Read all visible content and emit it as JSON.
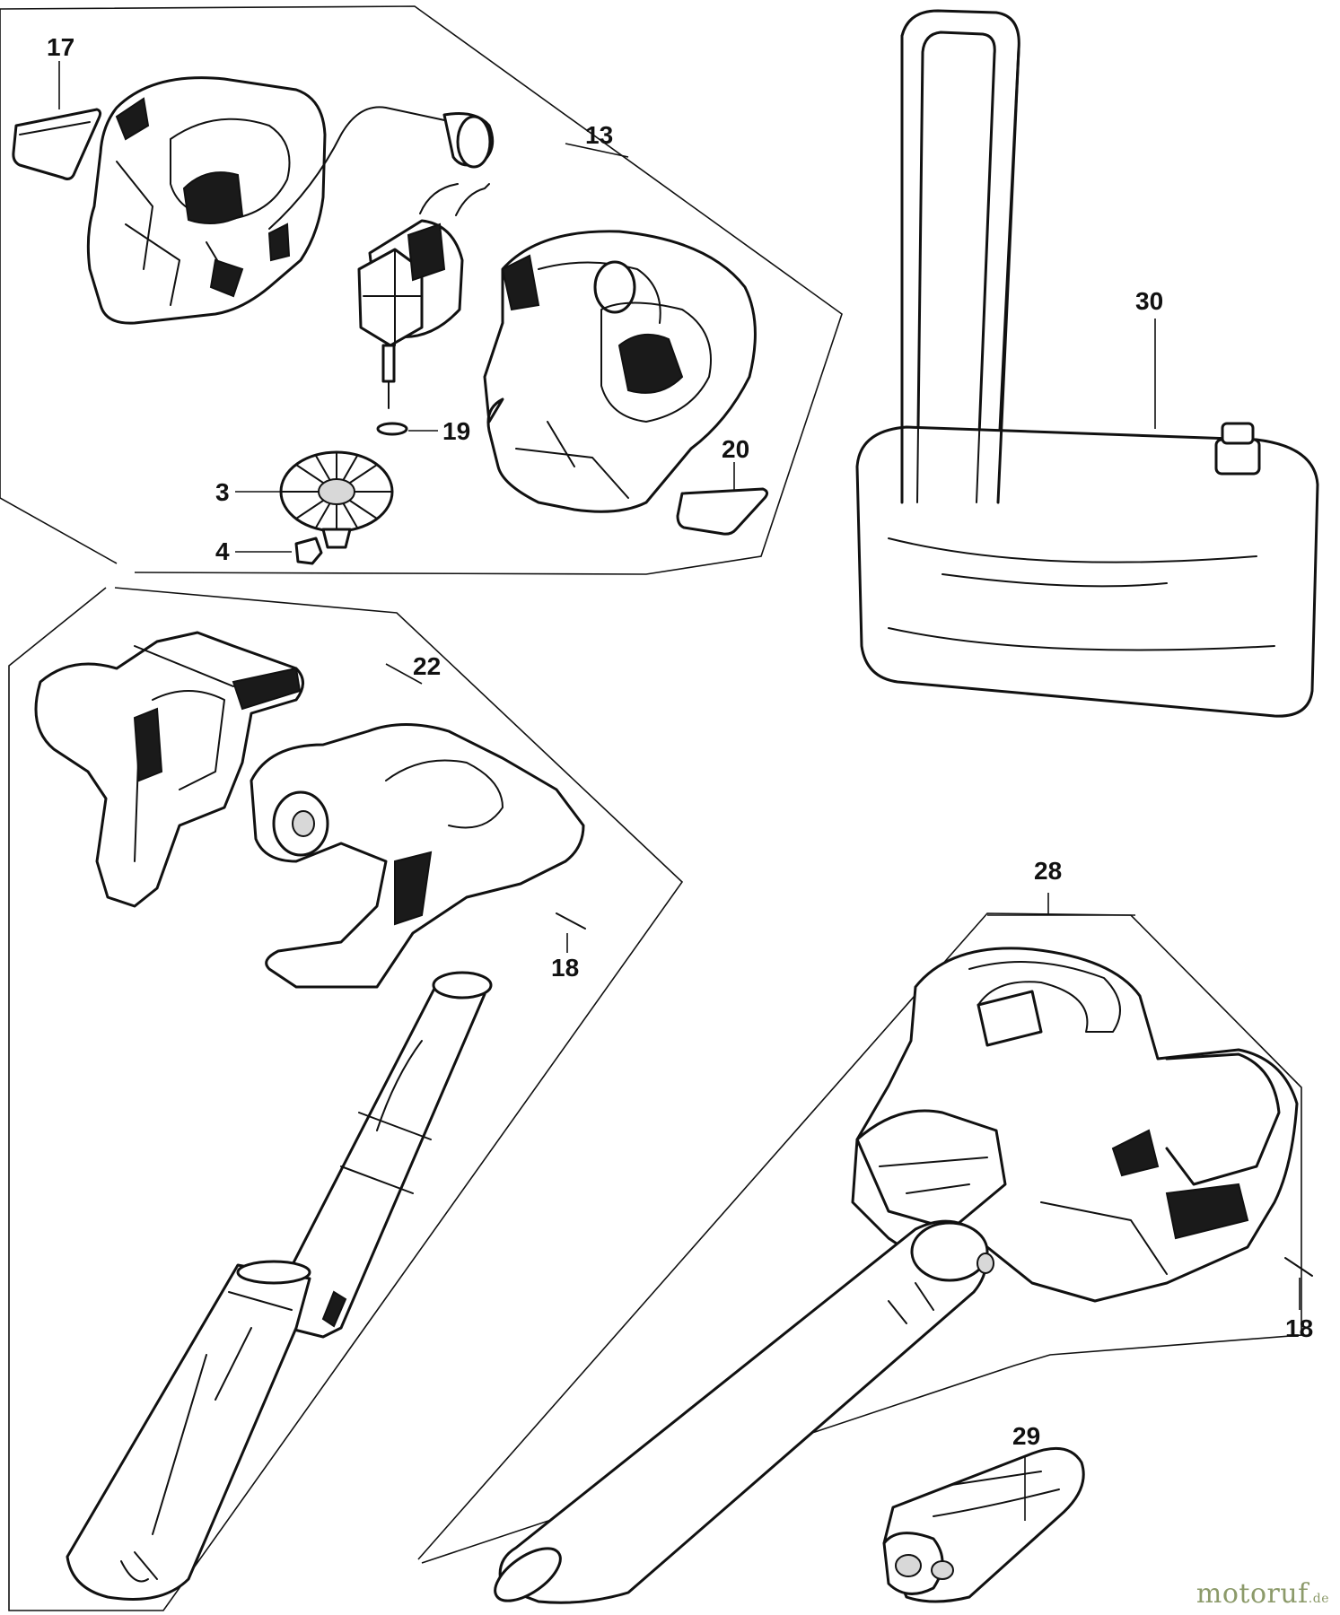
{
  "labels": {
    "p17": "17",
    "p13": "13",
    "p19": "19",
    "p3": "3",
    "p4": "4",
    "p20": "20",
    "p30": "30",
    "p22": "22",
    "p18a": "18",
    "p28": "28",
    "p18b": "18",
    "p29": "29"
  },
  "watermark": {
    "main": "motoruf",
    "suffix": ".de"
  }
}
